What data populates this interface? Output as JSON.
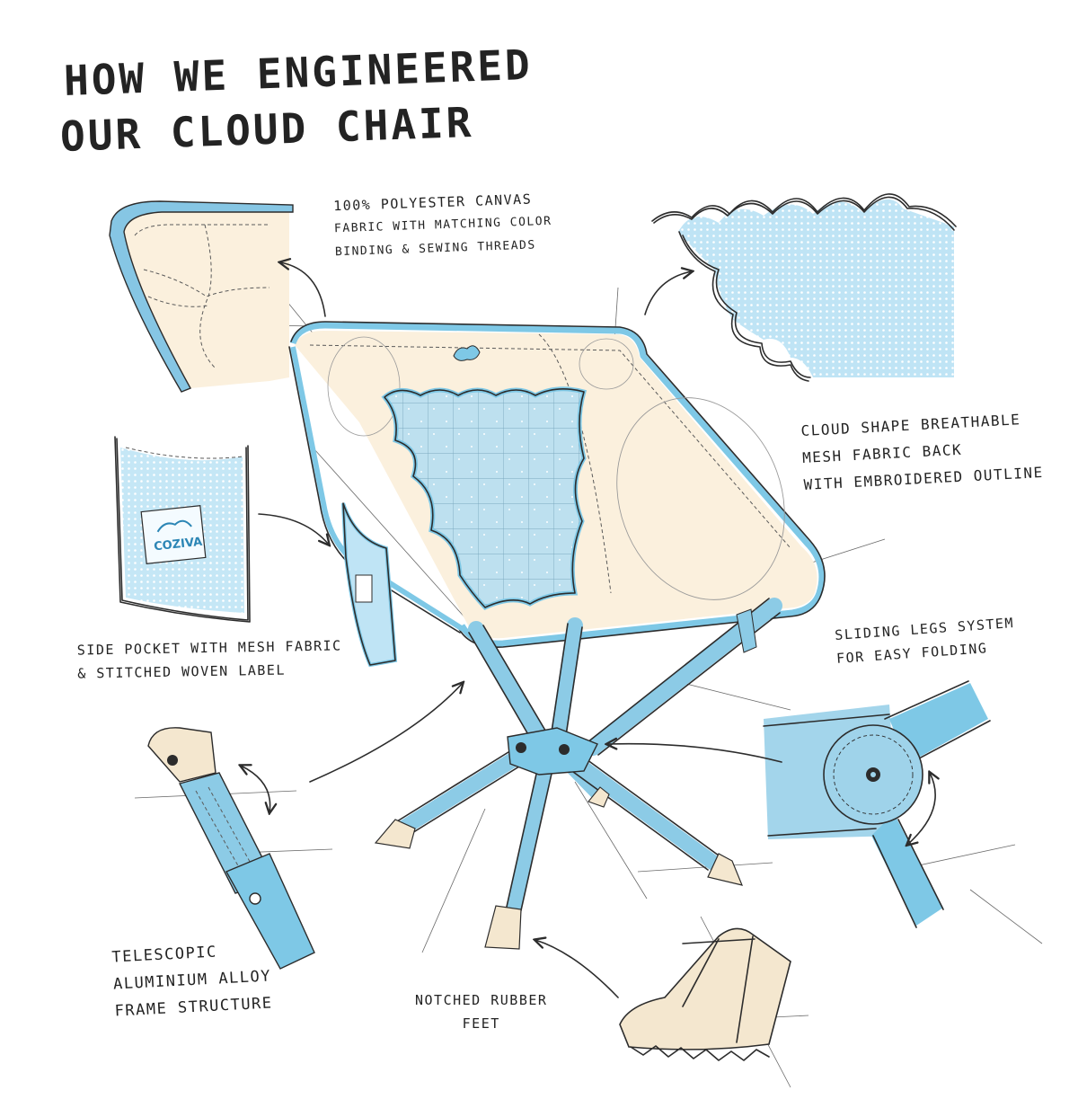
{
  "title": {
    "line1": "HOW WE ENGINEERED",
    "line2": "OUR CLOUD CHAIR"
  },
  "callouts": {
    "canvas": [
      "100% POLYESTER CANVAS",
      "FABRIC WITH MATCHING COLOR",
      "BINDING & SEWING THREADS"
    ],
    "cloud_mesh": [
      "CLOUD SHAPE BREATHABLE",
      "MESH FABRIC BACK",
      "WITH EMBROIDERED OUTLINE"
    ],
    "side_pocket": [
      "SIDE POCKET WITH MESH FABRIC",
      "& STITCHED WOVEN LABEL"
    ],
    "sliding_legs": [
      "SLIDING LEGS SYSTEM",
      "FOR EASY FOLDING"
    ],
    "telescopic": [
      "TELESCOPIC",
      "ALUMINIUM ALLOY",
      "FRAME STRUCTURE"
    ],
    "feet": [
      "NOTCHED RUBBER",
      "FEET"
    ]
  },
  "label_logo": "COZIVA",
  "colors": {
    "ink": "#2c2c2c",
    "canvas_cream": "#fbf0dd",
    "frame_blue": "#7ec8e6",
    "mesh_blue": "#b8e2f4"
  },
  "icons": [
    "curved-arrow-icon",
    "cloud-logo-icon",
    "rivet-icon"
  ]
}
